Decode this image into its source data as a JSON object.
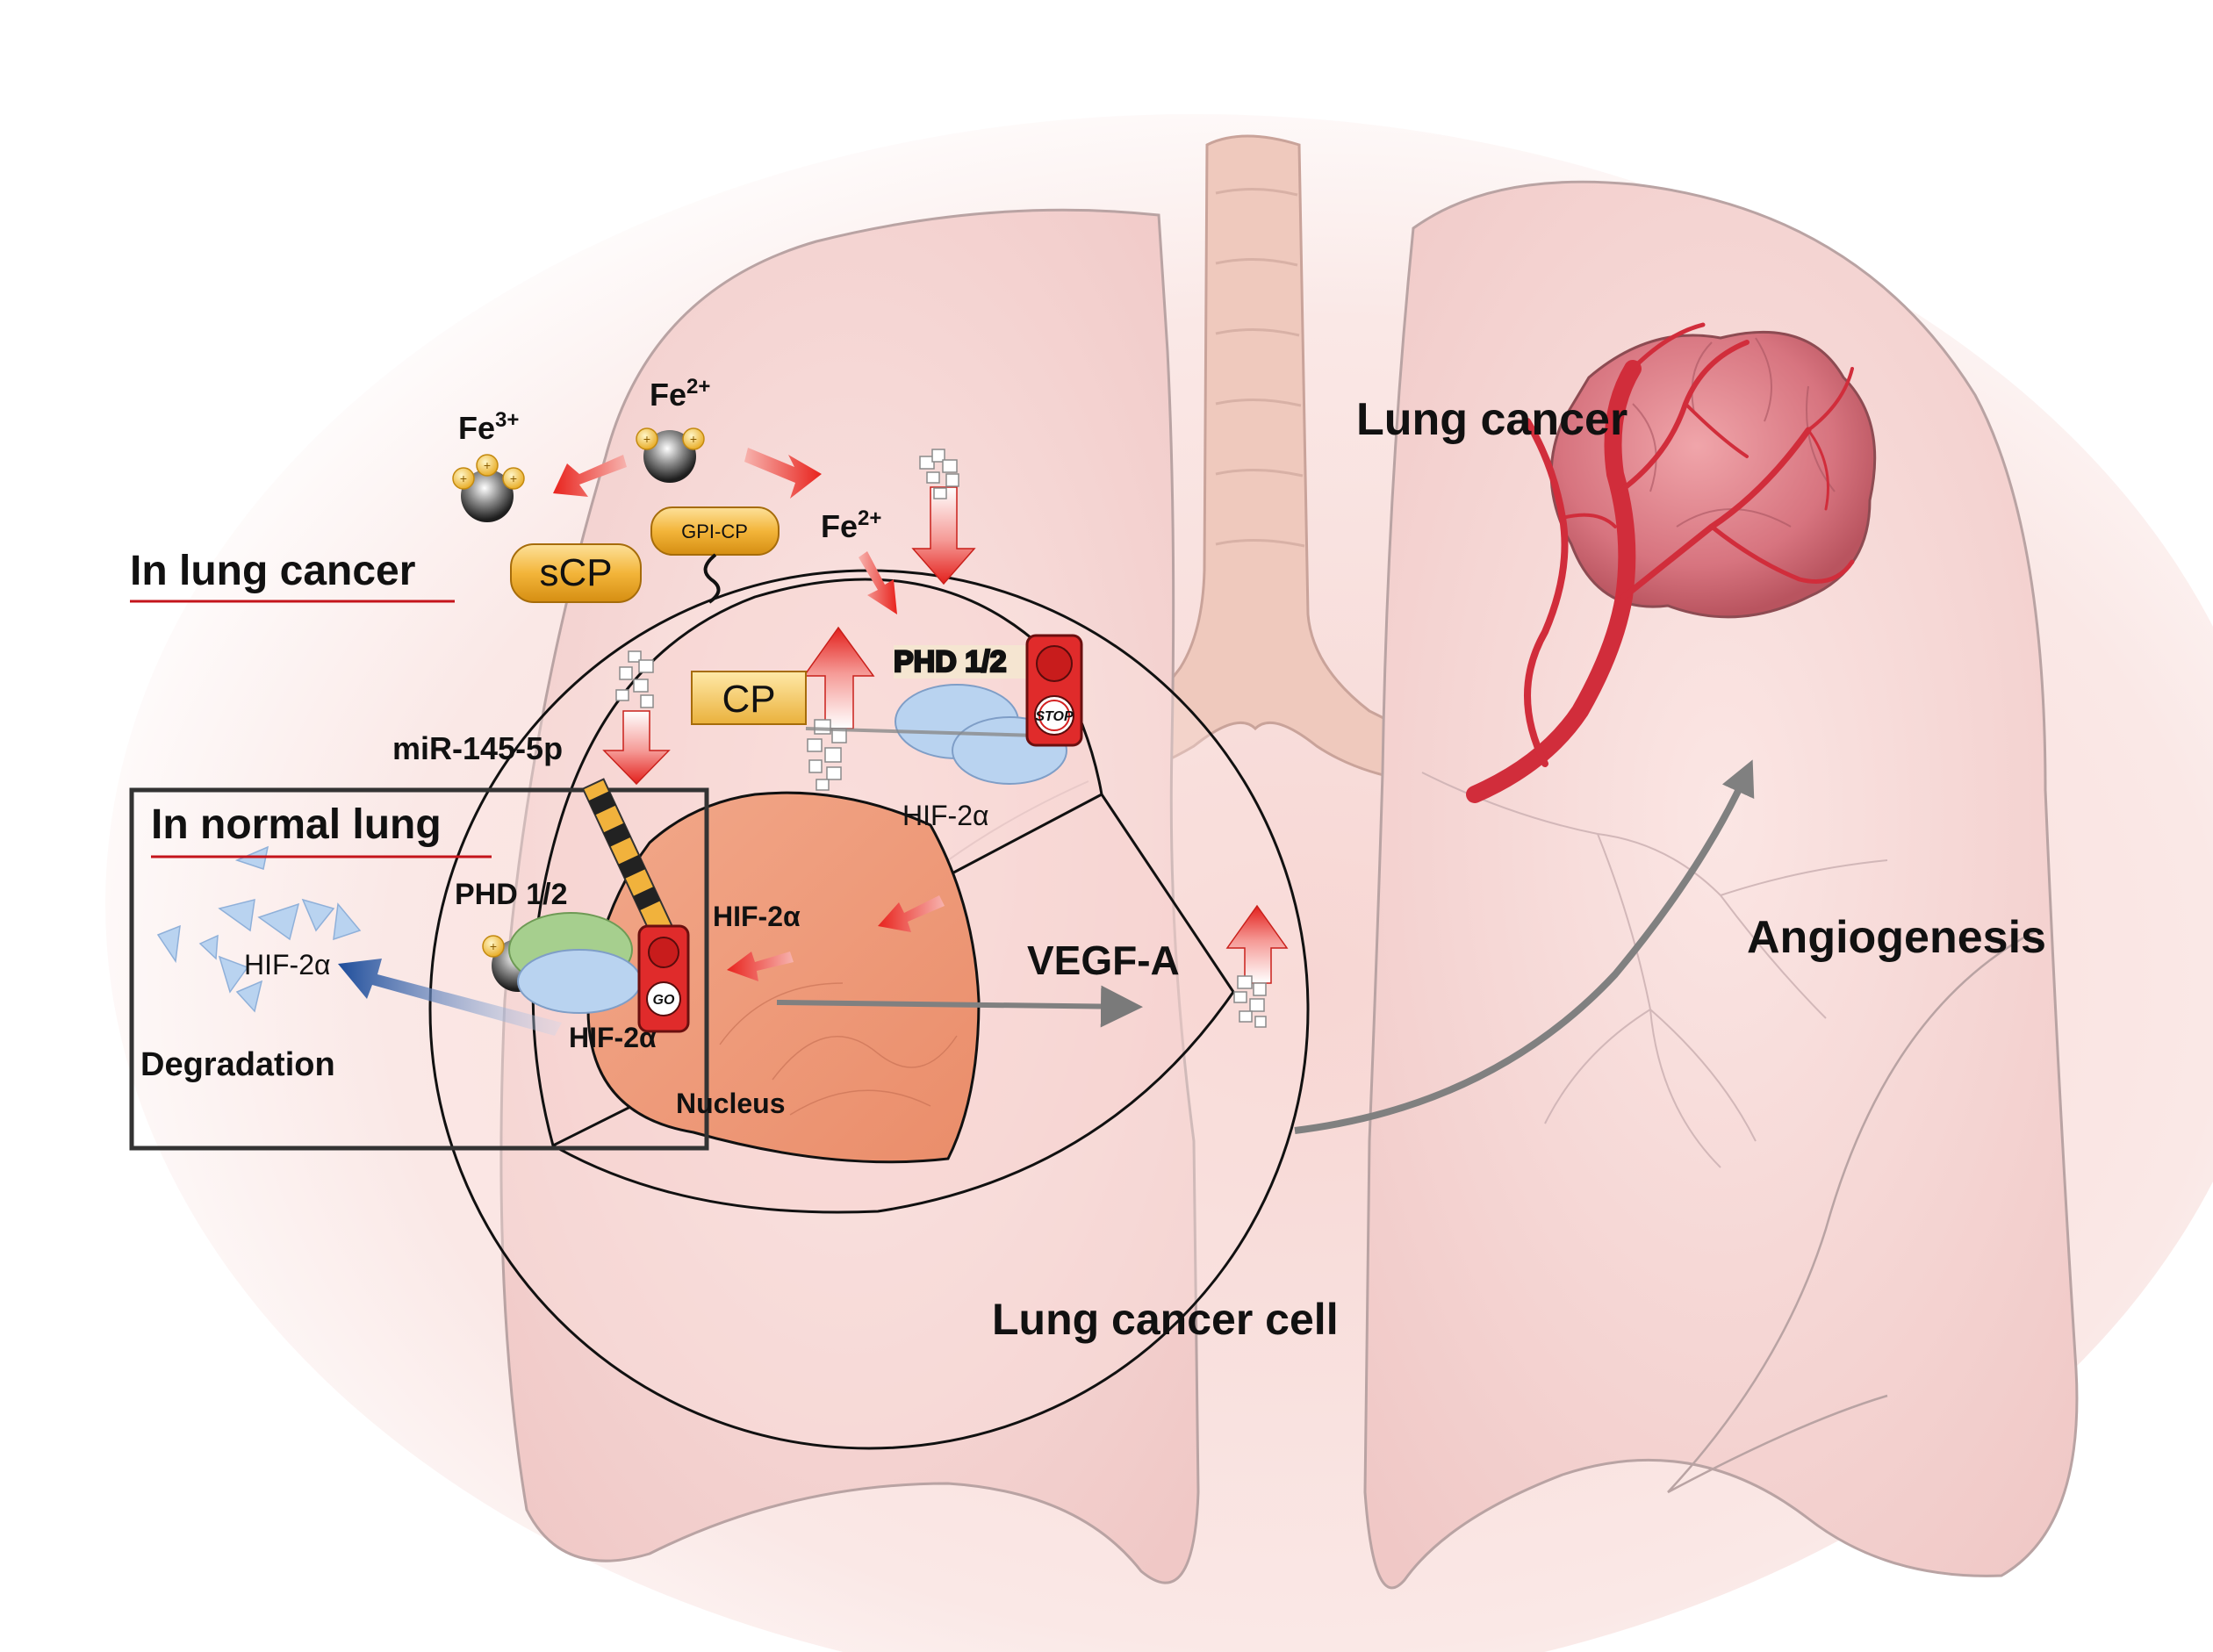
{
  "labels": {
    "fe3": "Fe",
    "fe3_charge": "3+",
    "fe2_top": "Fe",
    "fe2_top_charge": "2+",
    "fe2_mid": "Fe",
    "fe2_mid_charge": "2+",
    "gpi_cp": "GPI-CP",
    "scp": "sCP",
    "cp": "CP",
    "in_lung_cancer": "In lung cancer",
    "in_normal_lung": "In normal lung",
    "mir": "miR-145-5p",
    "phd_top": "PHD 1/2",
    "phd_left": "PHD 1/2",
    "hif_top": "HIF-2α",
    "hif_nucleus": "HIF-2α",
    "hif_left": "HIF-2α",
    "hif_degraded": "HIF-2α",
    "degradation": "Degradation",
    "nucleus": "Nucleus",
    "vegf": "VEGF-A",
    "lung_cancer_cell": "Lung cancer cell",
    "lung_cancer": "Lung cancer",
    "angiogenesis": "Angiogenesis",
    "stop": "STOP",
    "go": "GO"
  },
  "colors": {
    "lung_fill": "#f6dada",
    "trachea": "#efc9c0",
    "nucleus": "#ef9e7e",
    "red_arrow": "#e8231d",
    "title_red": "#c4141b",
    "blue_protein": "#b9d3f0",
    "green_protein": "#a6cf8e",
    "gold_badge": "#f2b53a",
    "tumor": "#d8717d",
    "vessel": "#d42d3c"
  }
}
